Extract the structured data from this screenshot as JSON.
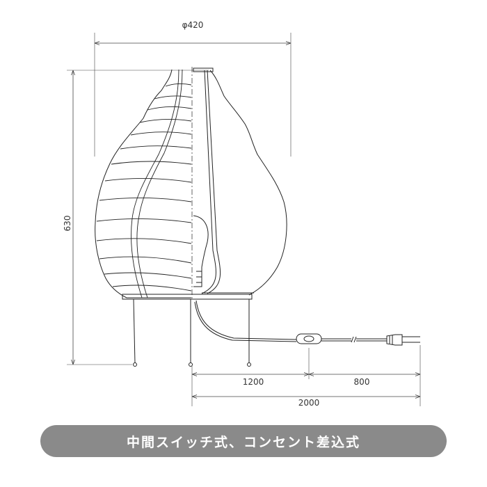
{
  "dimensions": {
    "diameter": "φ420",
    "height": "630",
    "cord_to_switch": "1200",
    "switch_to_plug": "800",
    "cord_total": "2000"
  },
  "caption": "中間スイッチ式、コンセント差込式",
  "colors": {
    "line": "#222222",
    "banner_bg": "#8a8a8a",
    "banner_text": "#ffffff"
  }
}
